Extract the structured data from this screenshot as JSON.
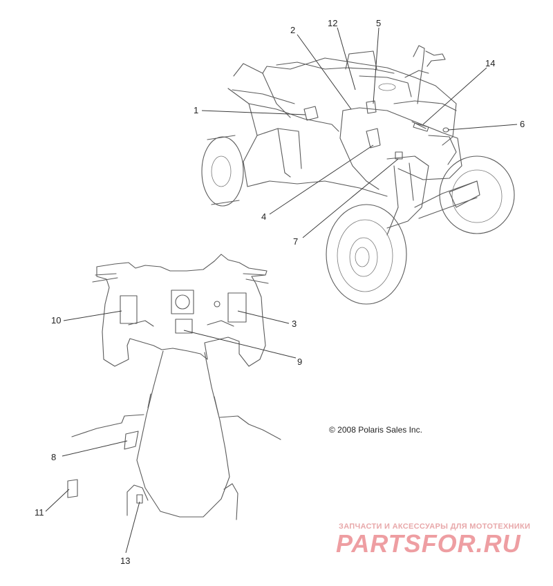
{
  "callouts": [
    "1",
    "2",
    "3",
    "4",
    "5",
    "6",
    "7",
    "8",
    "9",
    "10",
    "11",
    "12",
    "13",
    "14"
  ],
  "copyright": "© 2008 Polaris Sales Inc.",
  "watermark": {
    "tagline": "ЗАПЧАСТИ И АКСЕССУАРЫ ДЛЯ МОТОТЕХНИКИ",
    "logo": "PARTSFOR.RU",
    "color": "#ee9ea2"
  }
}
